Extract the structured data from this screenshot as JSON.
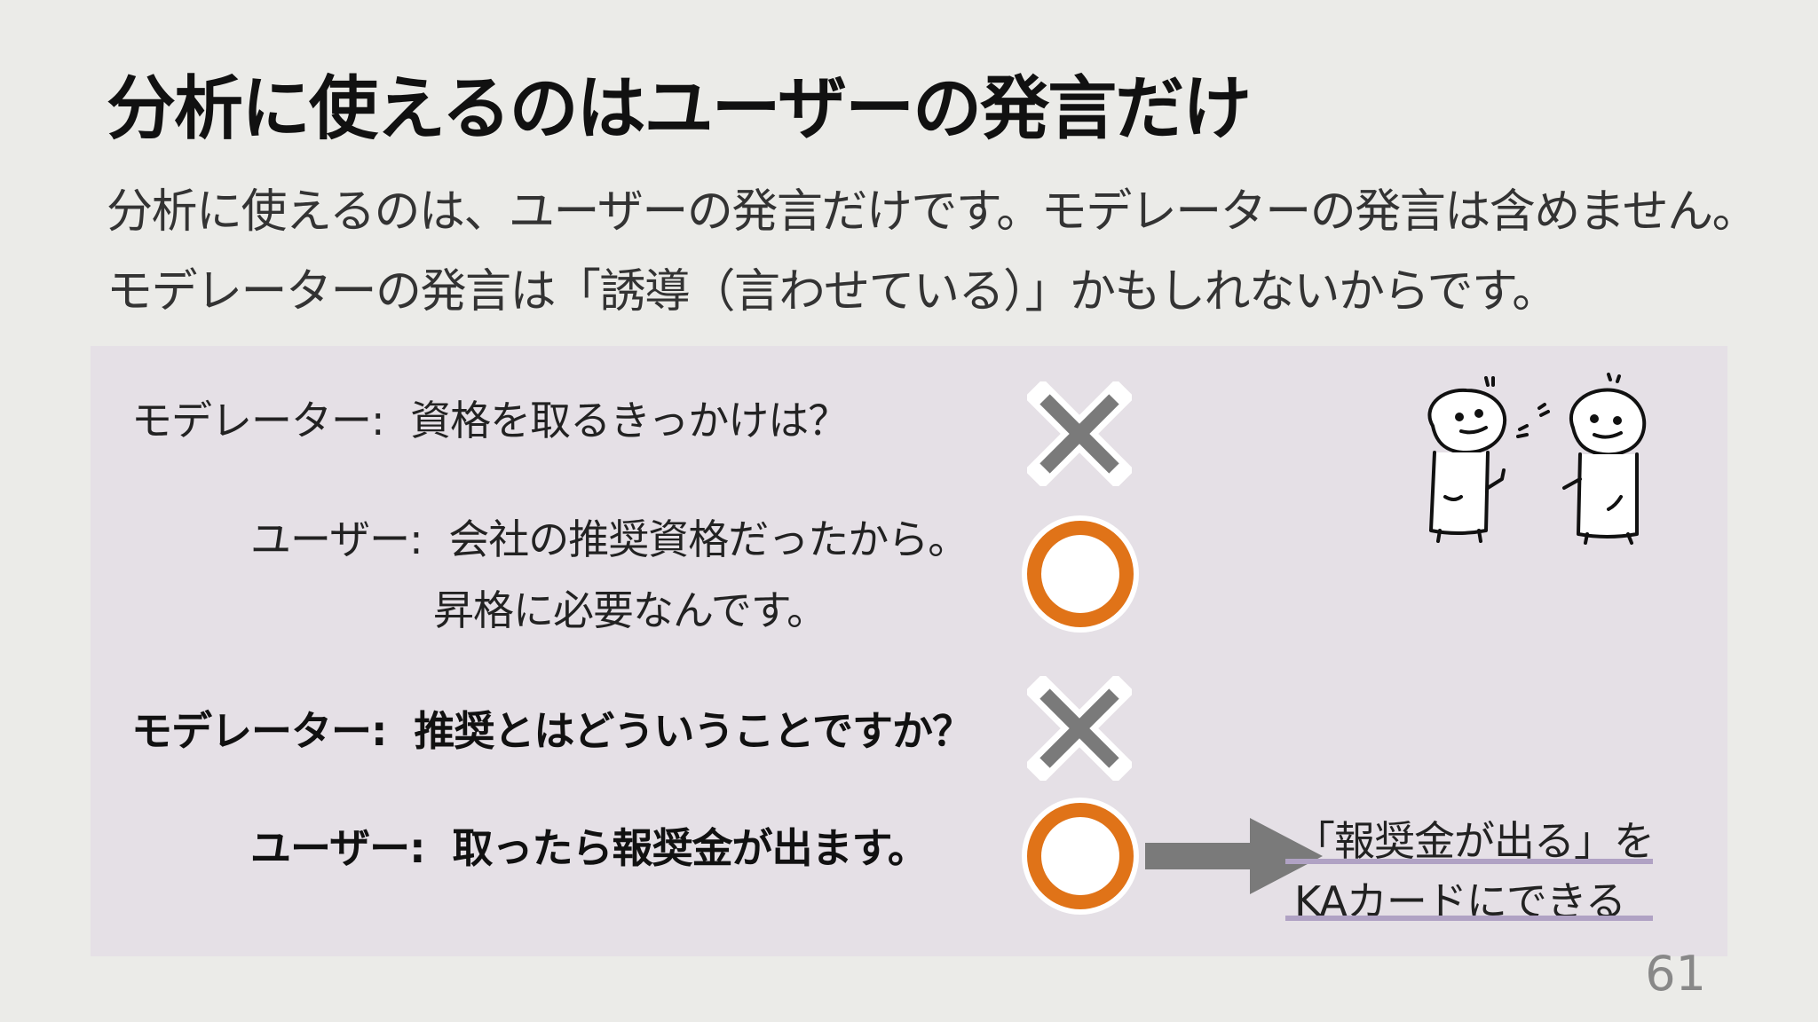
{
  "slide": {
    "title": "分析に使えるのはユーザーの発言だけ",
    "lead_line_1": "分析に使えるのは、ユーザーの発言だけです。モデレーターの発言は含めません。",
    "lead_line_2": "モデレーターの発言は「誘導（言わせている）」かもしれないからです。",
    "page_number": "61"
  },
  "dialogue": [
    {
      "speaker": "モデレーター:",
      "text": "資格を取るきっかけは？",
      "mark": "cross",
      "bold": false
    },
    {
      "speaker": "ユーザー:",
      "text": "会社の推奨資格だったから。",
      "text2": "昇格に必要なんです。",
      "mark": "circle",
      "bold": false
    },
    {
      "speaker": "モデレーター:",
      "text": "推奨とはどういうことですか？",
      "mark": "cross",
      "bold": true
    },
    {
      "speaker": "ユーザー:",
      "text": "取ったら報奨金が出ます。",
      "mark": "circle",
      "bold": true
    }
  ],
  "result": {
    "line_1": "「報奨金が出る」を",
    "line_2": "KAカードにできる"
  },
  "colors": {
    "background": "#ebebe8",
    "panel": "#e5e0e6",
    "cross": "#7a7a7a",
    "circle": "#e07318",
    "arrow": "#7a7a7a",
    "underline": "#b0a2c4"
  },
  "icons": [
    "cross-mark-icon",
    "circle-mark-icon",
    "arrow-right-icon",
    "two-people-talking-illustration"
  ]
}
